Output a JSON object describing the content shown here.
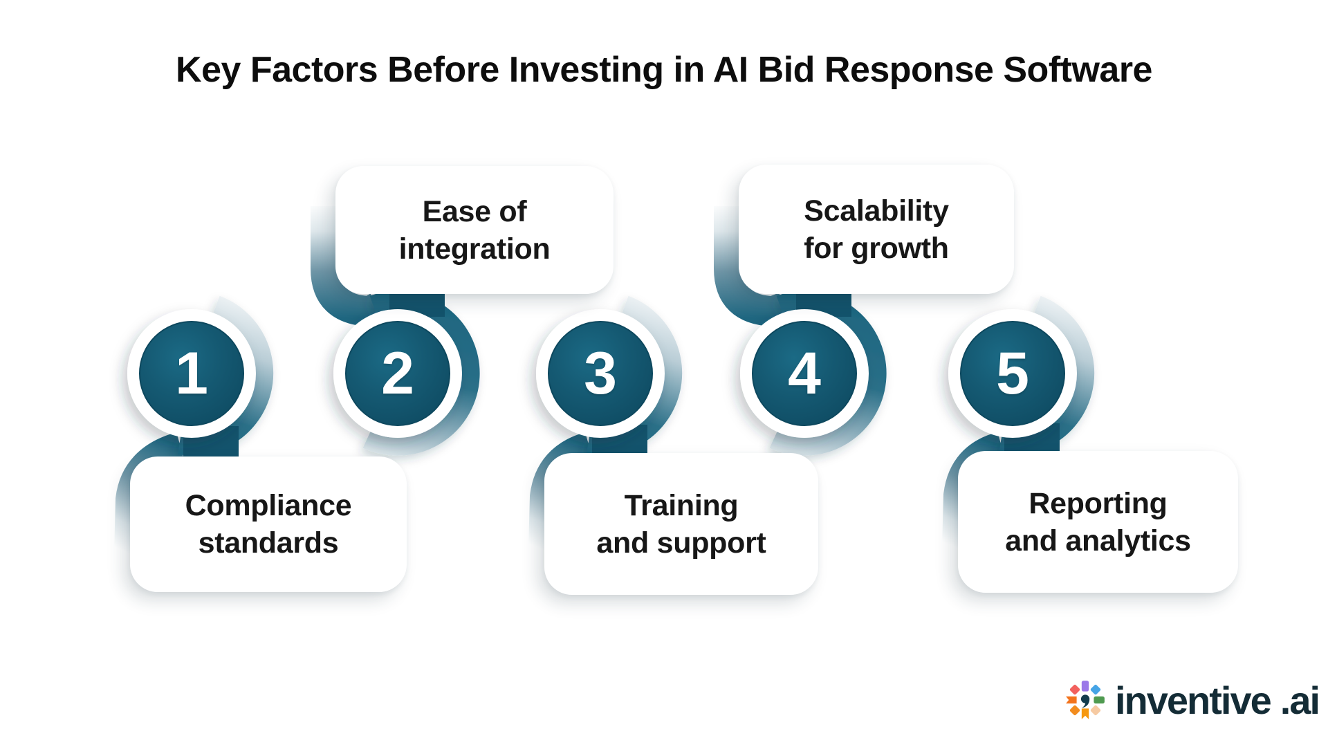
{
  "title": "Key Factors Before Investing in AI Bid Response Software",
  "items": [
    {
      "number": "1",
      "label_lines": [
        "Compliance",
        "standards"
      ],
      "card_position": "below"
    },
    {
      "number": "2",
      "label_lines": [
        "Ease of",
        "integration"
      ],
      "card_position": "above"
    },
    {
      "number": "3",
      "label_lines": [
        "Training",
        "and support"
      ],
      "card_position": "below"
    },
    {
      "number": "4",
      "label_lines": [
        "Scalability",
        "for growth"
      ],
      "card_position": "above"
    },
    {
      "number": "5",
      "label_lines": [
        "Reporting",
        "and analytics"
      ],
      "card_position": "below"
    }
  ],
  "logo": {
    "wordmark": "inventive",
    "suffix": ".ai"
  },
  "colors": {
    "background": "#ffffff",
    "title_text": "#0d0d0d",
    "card_label_text": "#171717",
    "circle_teal": "#14566f",
    "circle_teal_dark_edge": "#0e4a61",
    "ribbon_teal": "#1e6680",
    "ribbon_light": "#e4ecef",
    "card_background": "#ffffff",
    "number_text": "#ffffff",
    "logo_text": "#142c36",
    "logo_petals": [
      "#f2615e",
      "#9b79e8",
      "#45a4e6",
      "#4f9a50",
      "#f6caa2",
      "#f6980f",
      "#f28c1e",
      "#f3731c"
    ],
    "logo_comma": "#123b4c"
  }
}
